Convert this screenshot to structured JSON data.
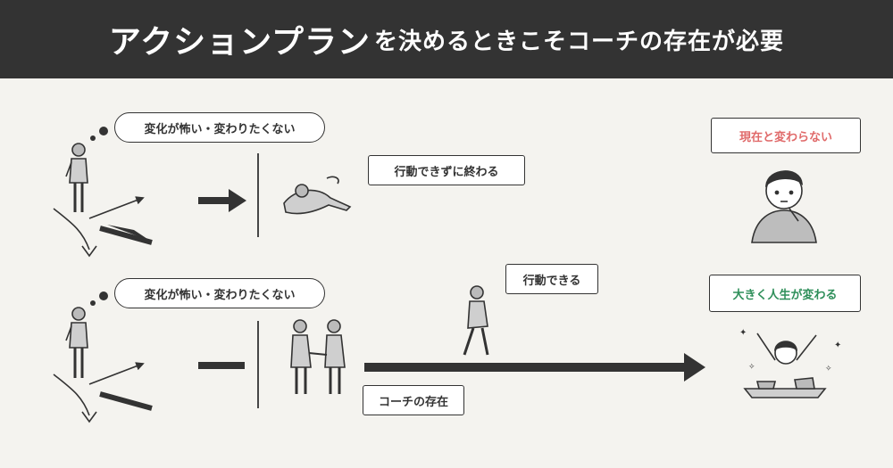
{
  "header": {
    "title_main": "アクションプラン",
    "title_sub": "を決めるときこそコーチの存在が必要"
  },
  "row1": {
    "thought": "変化が怖い・変わりたくない",
    "result": "行動できずに終わる",
    "outcome": "現在と変わらない"
  },
  "row2": {
    "thought": "変化が怖い・変わりたくない",
    "coach": "コーチの存在",
    "action": "行動できる",
    "outcome": "大きく人生が変わる"
  },
  "colors": {
    "header_bg": "#333333",
    "background": "#f4f3ef",
    "ink": "#333333",
    "accent_red": "#e06a6a",
    "accent_green": "#2f8f5a"
  }
}
